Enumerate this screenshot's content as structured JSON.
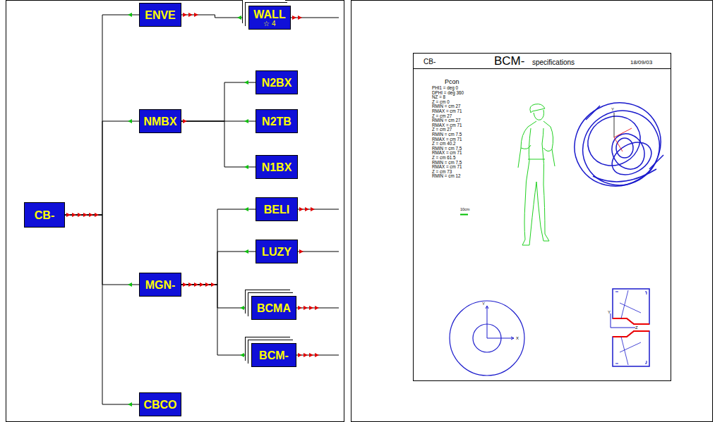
{
  "diagram": {
    "nodes": [
      {
        "text": [
          "CB-"
        ]
      },
      {
        "text": [
          "ENVE"
        ]
      },
      {
        "text": [
          "WALL",
          "☆ 4"
        ]
      },
      {
        "text": [
          "NMBX"
        ]
      },
      {
        "text": [
          "N2BX"
        ]
      },
      {
        "text": [
          "N2TB"
        ]
      },
      {
        "text": [
          "N1BX"
        ]
      },
      {
        "text": [
          "MGN-"
        ]
      },
      {
        "text": [
          "BELI"
        ]
      },
      {
        "text": [
          "LUZY"
        ]
      },
      {
        "text": [
          "BCMA"
        ]
      },
      {
        "text": [
          "BCM-"
        ]
      },
      {
        "text": [
          "CBCO"
        ]
      }
    ],
    "edges": [
      {
        "from": 0,
        "to": 1,
        "arrow": "none"
      },
      {
        "from": 0,
        "to": 3,
        "arrow": "none"
      },
      {
        "from": 0,
        "to": 7,
        "arrow": "none"
      },
      {
        "from": 0,
        "to": 12,
        "arrow": "none"
      },
      {
        "from": 1,
        "to": 2,
        "arrow": "none"
      },
      {
        "from": 3,
        "to": 4,
        "arrow": "none"
      },
      {
        "from": 3,
        "to": 5,
        "arrow": "none"
      },
      {
        "from": 3,
        "to": 6,
        "arrow": "none"
      },
      {
        "from": 7,
        "to": 8,
        "arrow": "none"
      },
      {
        "from": 7,
        "to": 9,
        "arrow": "none"
      },
      {
        "from": 7,
        "to": 10,
        "arrow": "none"
      },
      {
        "from": 7,
        "to": 11,
        "arrow": "none"
      }
    ],
    "labels": [
      "CB-",
      "BCM-",
      "specifications",
      "18/09/03",
      "Pcon",
      "PHI1 = deg 0",
      "DPHI = deg 360",
      "NZ = 8",
      "Z = cm 0",
      "RMIN = cm 27",
      "RMAX = cm 71",
      "Z = cm 27",
      "RMIN = cm 27",
      "RMAX = cm 71",
      "Z = cm 27",
      "RMIN = cm 7.5",
      "RMAX = cm 71",
      "Z = cm 40.2",
      "RMIN = cm 7.5",
      "RMAX = cm 71",
      "Z = cm 61.5",
      "RMIN = cm 7.5",
      "RMAX = cm 71",
      "Z = cm 73",
      "RMIN = cm 12",
      "10cm",
      "Y",
      "X",
      "Y",
      "Z",
      "Y"
    ]
  }
}
